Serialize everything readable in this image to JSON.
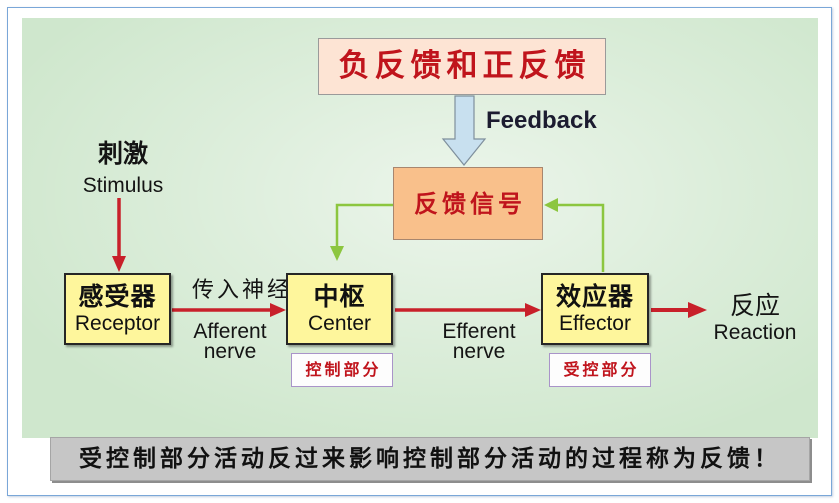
{
  "diagram": {
    "title": "负反馈和正反馈",
    "feedback_label": "Feedback",
    "feedback_signal": "反馈信号",
    "stimulus": {
      "zh": "刺激",
      "en": "Stimulus"
    },
    "receptor": {
      "zh": "感受器",
      "en": "Receptor"
    },
    "afferent_nerve": {
      "zh": "传入神经",
      "en_line1": "Afferent",
      "en_line2": "nerve"
    },
    "center": {
      "zh": "中枢",
      "en": "Center"
    },
    "efferent_nerve": {
      "en_line1": "Efferent",
      "en_line2": "nerve"
    },
    "effector": {
      "zh": "效应器",
      "en": "Effector"
    },
    "reaction": {
      "zh": "反应",
      "en": "Reaction"
    },
    "control_part_label": "控制部分",
    "controlled_part_label": "受控部分",
    "caption": "受控制部分活动反过来影响控制部分活动的过程称为反馈！"
  },
  "colors": {
    "background": "#cfe7cd",
    "title_box": "#fde4d4",
    "title_text": "#c0141c",
    "feedback_signal_box": "#f9c08b",
    "node_box": "#fef69c",
    "pathway_arrow": "#c8202a",
    "feedback_arrow": "#8cc63f",
    "input_arrow": "#c8e0ef",
    "caption_bar": "#c6c6c6"
  }
}
